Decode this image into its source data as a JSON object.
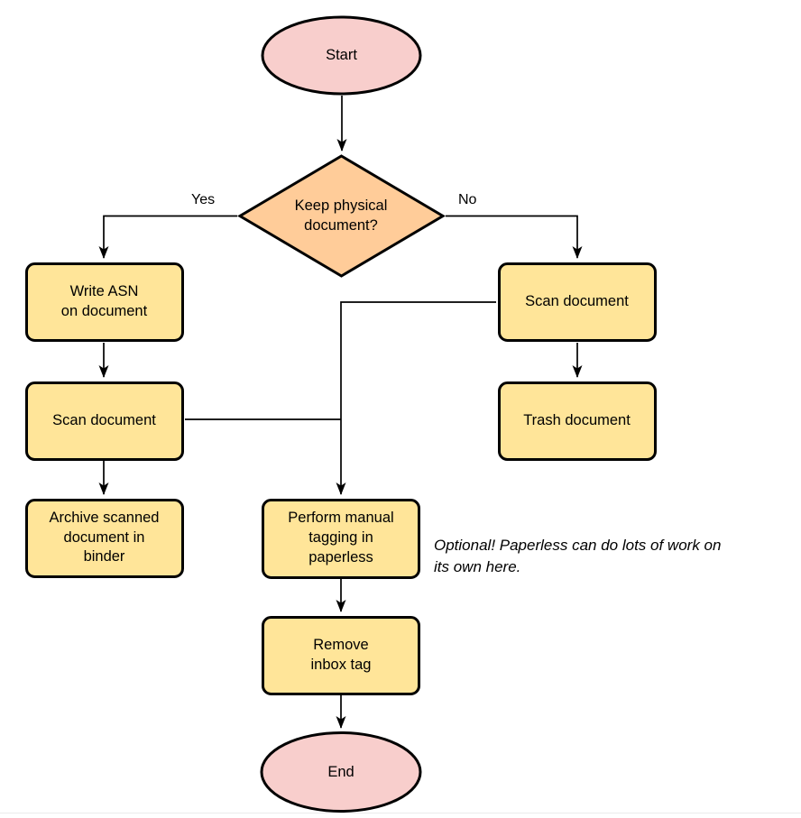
{
  "diagram": {
    "type": "flowchart",
    "colors": {
      "terminal_fill": "#F8CECC",
      "decision_fill": "#FFCC99",
      "process_fill": "#FFE599",
      "outline": "#000000",
      "connector": "#000000"
    },
    "nodes": {
      "start": {
        "shape": "ellipse",
        "label": "Start"
      },
      "decision": {
        "shape": "diamond",
        "label": "Keep physical\ndocument?"
      },
      "write_asn": {
        "shape": "process",
        "label": "Write ASN\non document"
      },
      "scan_left": {
        "shape": "process",
        "label": "Scan document"
      },
      "archive": {
        "shape": "process",
        "label": "Archive scanned\ndocument in\nbinder"
      },
      "scan_right": {
        "shape": "process",
        "label": "Scan document"
      },
      "trash": {
        "shape": "process",
        "label": "Trash document"
      },
      "tagging": {
        "shape": "process",
        "label": "Perform manual\ntagging in\npaperless"
      },
      "remove_inbox": {
        "shape": "process",
        "label": "Remove\ninbox tag"
      },
      "end": {
        "shape": "ellipse",
        "label": "End"
      }
    },
    "edge_labels": {
      "yes": "Yes",
      "no": "No"
    },
    "annotation": "Optional! Paperless can do lots of work on\nits own here."
  }
}
